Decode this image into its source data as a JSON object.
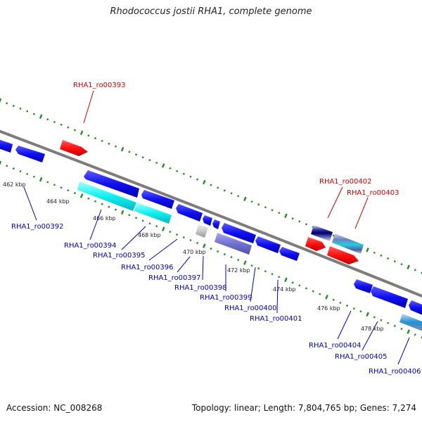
{
  "title": "Rhodococcus jostii RHA1, complete genome",
  "footer": {
    "accession": "Accession: NC_008268",
    "topology": "Topology: linear; Length: 7,804,765 bp; Genes: 7,274"
  },
  "colors": {
    "background": "#ffffff",
    "backbone": "#808080",
    "tick_dashes": "#228b22",
    "forward_gene": "#ff0000",
    "reverse_gene": "#0000ee",
    "label_forward": "#cc0000",
    "label_reverse": "#0000bb"
  },
  "ticks": [
    "462 kbp",
    "464 kbp",
    "466 kbp",
    "468 kbp",
    "470 kbp",
    "472 kbp",
    "474 kbp",
    "476 kbp",
    "478 kbp"
  ],
  "gene_labels_forward": [
    "RHA1_ro00393",
    "RHA1_ro00402",
    "RHA1_ro00403"
  ],
  "gene_labels_reverse": [
    "RHA1_ro00392",
    "RHA1_ro00394",
    "RHA1_ro00395",
    "RHA1_ro00396",
    "RHA1_ro00397",
    "RHA1_ro00398",
    "RHA1_ro00399",
    "RHA1_ro00400",
    "RHA1_ro00401",
    "RHA1_ro00404",
    "RHA1_ro00405",
    "RHA1_ro00406"
  ]
}
